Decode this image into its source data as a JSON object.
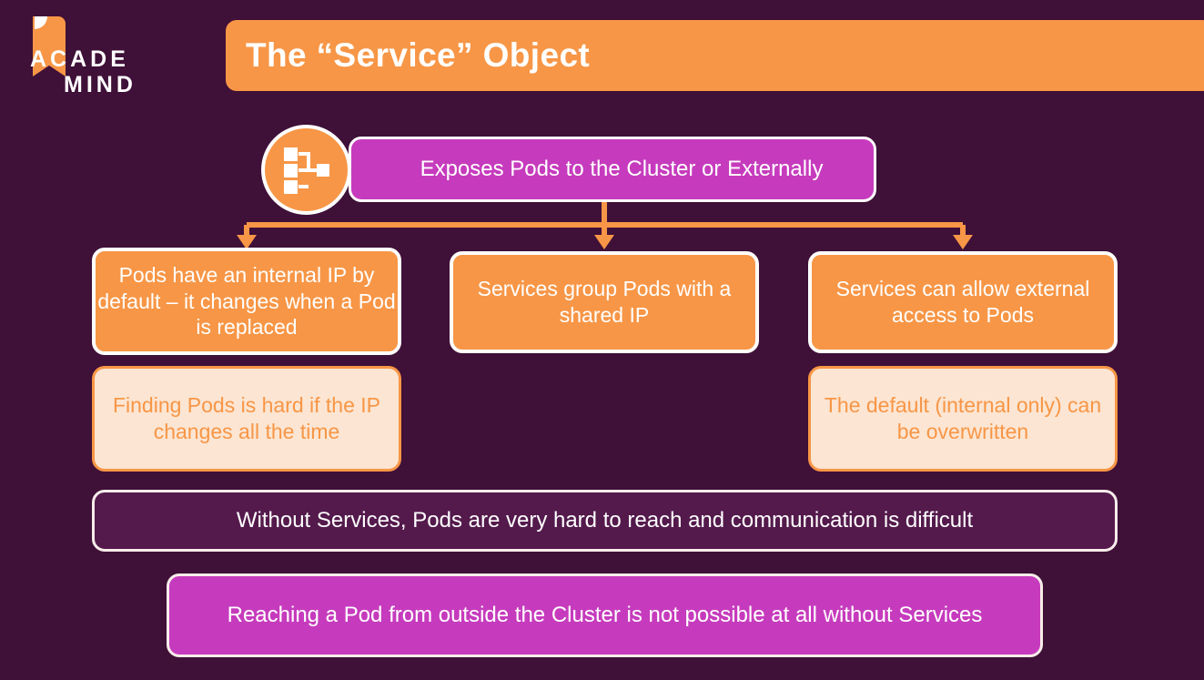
{
  "slide": {
    "background_color": "#3f1038",
    "accent_orange": "#f79646",
    "accent_magenta": "#c63bbd",
    "accent_peach": "#fce5d2",
    "accent_dark_purple": "#541a4c"
  },
  "logo": {
    "name": "academind-logo",
    "line1": "ACADE",
    "line2": "MIND"
  },
  "header": {
    "title": "The “Service” Object"
  },
  "banner": {
    "icon": "service-network-icon",
    "text": "Exposes Pods to the Cluster or Externally"
  },
  "facts": [
    {
      "id": "pods-internal-ip",
      "text": "Pods have an internal IP by default – it changes when a Pod is replaced"
    },
    {
      "id": "services-group-pods",
      "text": "Services group Pods with a shared IP"
    },
    {
      "id": "services-external-access",
      "text": "Services can allow external access to Pods"
    }
  ],
  "notes": [
    {
      "id": "finding-pods-hard",
      "text": "Finding Pods is hard if the IP changes all the time"
    },
    {
      "id": "default-overwritten",
      "text": "The default (internal only) can be overwritten"
    }
  ],
  "summaries": [
    {
      "id": "without-services",
      "text": "Without Services, Pods are very hard to reach and communication is difficult"
    },
    {
      "id": "reaching-pod-outside",
      "text": "Reaching a Pod from outside the Cluster is not possible at all without Services"
    }
  ]
}
